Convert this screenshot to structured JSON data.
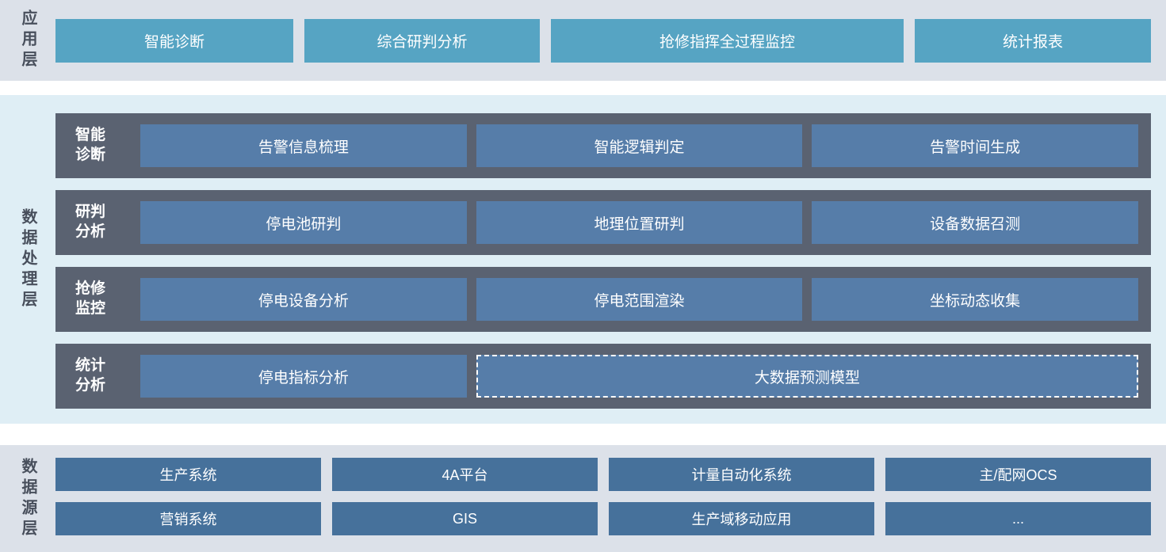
{
  "colors": {
    "page_bg": "#ffffff",
    "top_band_bg": "#dce1e9",
    "mid_band_bg": "#dfeef5",
    "bottom_band_bg": "#dce1e9",
    "teal_button": "#56a4c3",
    "dark_row_container": "#5a6271",
    "blue_button": "#567da9",
    "bottom_blue_button": "#46719b",
    "layer_label_text": "#484f5c",
    "button_text": "#ffffff"
  },
  "layers": {
    "application": {
      "label": "应用层",
      "buttons": [
        "智能诊断",
        "综合研判分析",
        "抢修指挥全过程监控",
        "统计报表"
      ]
    },
    "processing": {
      "label": "数据处理层",
      "rows": [
        {
          "label": "智能\n诊断",
          "buttons": [
            "告警信息梳理",
            "智能逻辑判定",
            "告警时间生成"
          ]
        },
        {
          "label": "研判\n分析",
          "buttons": [
            "停电池研判",
            "地理位置研判",
            "设备数据召测"
          ]
        },
        {
          "label": "抢修\n监控",
          "buttons": [
            "停电设备分析",
            "停电范围渲染",
            "坐标动态收集"
          ]
        },
        {
          "label": "统计\n分析",
          "buttons": [
            "停电指标分析"
          ],
          "dashed_button": "大数据预测模型"
        }
      ]
    },
    "source": {
      "label": "数据源层",
      "rows": [
        [
          "生产系统",
          "4A平台",
          "计量自动化系统",
          "主/配网OCS"
        ],
        [
          "营销系统",
          "GIS",
          "生产域移动应用",
          "..."
        ]
      ]
    }
  }
}
